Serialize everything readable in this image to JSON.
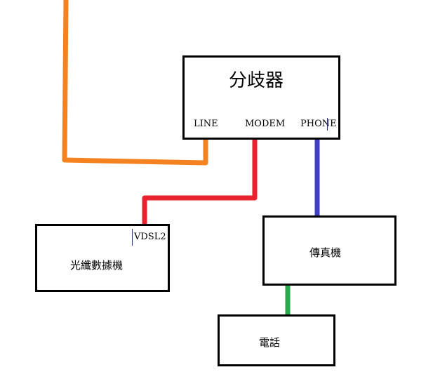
{
  "splitter": {
    "title": "分歧器",
    "ports": {
      "line": "LINE",
      "modem": "MODEM",
      "phone": "PHONE"
    }
  },
  "fiber_modem": {
    "label": "光纖數據機",
    "port": "VDSL2"
  },
  "fax": {
    "label": "傳真機"
  },
  "phone": {
    "label": "電話"
  },
  "colors": {
    "line_cable": "#f58220",
    "modem_cable": "#e8232f",
    "phone_cable": "#3f3fc4",
    "telephone_cable": "#27a84a",
    "box_border": "#000000"
  }
}
